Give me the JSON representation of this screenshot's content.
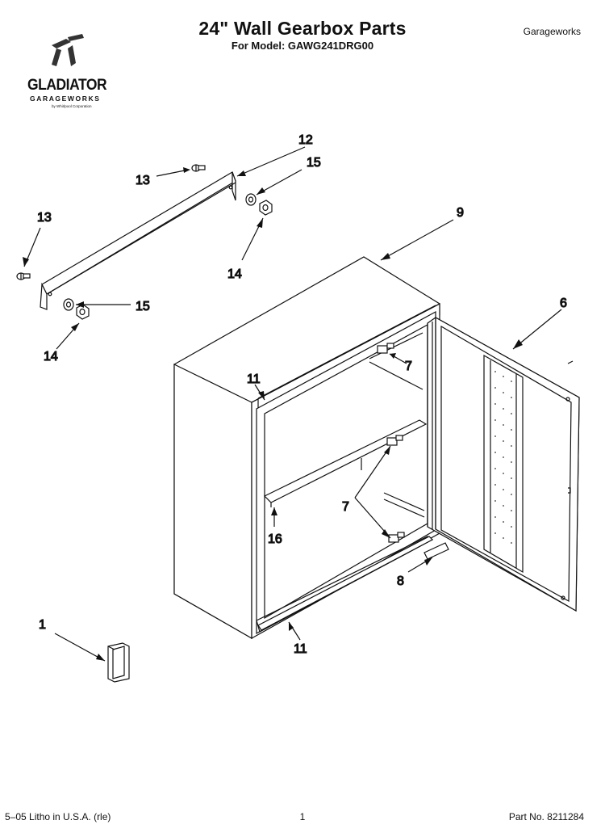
{
  "header": {
    "title": "24\" Wall Gearbox Parts",
    "model": "For Model: GAWG241DRG00",
    "brand": "Garageworks"
  },
  "logo": {
    "word": "GLADIATOR",
    "sub": "GARAGEWORKS",
    "tiny": "by Whirlpool Corporation"
  },
  "callouts": {
    "c1": "1",
    "c6": "6",
    "c7a": "7",
    "c7b": "7",
    "c8": "8",
    "c9": "9",
    "c11a": "11",
    "c11b": "11",
    "c12": "12",
    "c13a": "13",
    "c13b": "13",
    "c14a": "14",
    "c14b": "14",
    "c15a": "15",
    "c15b": "15",
    "c16": "16"
  },
  "footer": {
    "litho": "5–05 Litho in U.S.A. (rle)",
    "page": "1",
    "part": "Part No. 8211284"
  }
}
